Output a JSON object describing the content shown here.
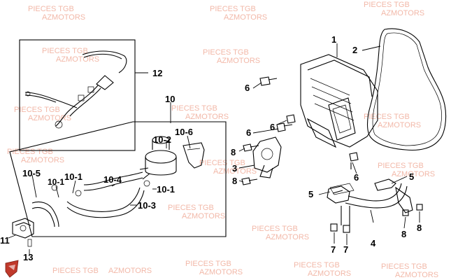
{
  "watermark": {
    "line1": "PIECES TGB",
    "line2": "AZMOTORS",
    "color": "#f2b8a8"
  },
  "callouts": {
    "c1": "1",
    "c2": "2",
    "c3": "3",
    "c4": "4",
    "c5a": "5",
    "c5b": "5",
    "c6a": "6",
    "c6b": "6",
    "c6c": "6",
    "c6d": "6",
    "c7a": "7",
    "c7b": "7",
    "c8a": "8",
    "c8b": "8",
    "c8c": "8",
    "c8d": "8",
    "c10": "10",
    "c10_1a": "10-1",
    "c10_1b": "10-1",
    "c10_2": "10-2",
    "c10_3": "10-3",
    "c10_4": "10-4",
    "c10_5": "10-5",
    "c10_6": "10-6",
    "c11": "11",
    "c12": "12",
    "c13": "13"
  },
  "logo": {
    "name": "tgb-shield-logo",
    "color": "#c0392b"
  }
}
